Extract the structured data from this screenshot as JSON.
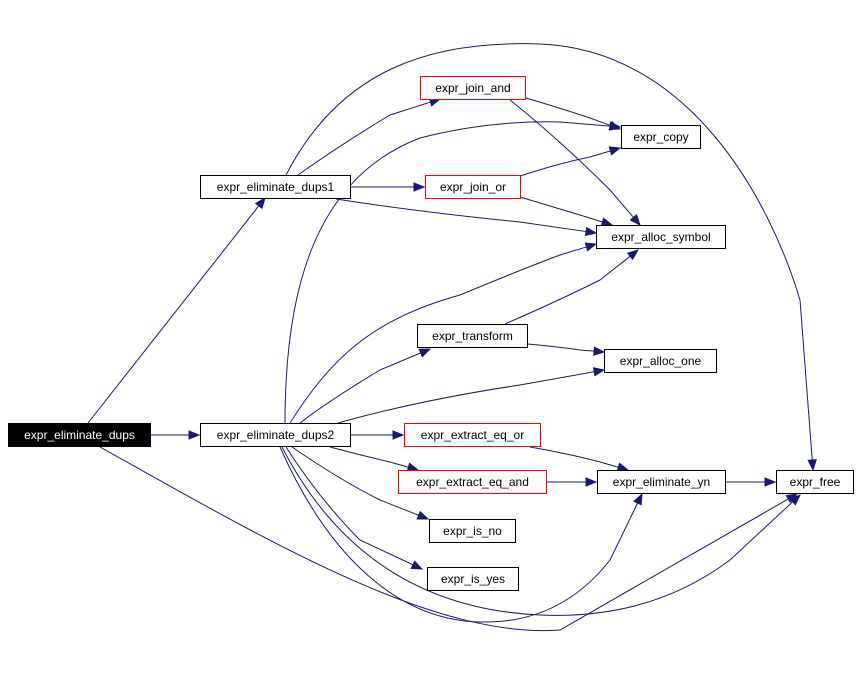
{
  "colors": {
    "edge": "#191970",
    "link_border": "#ff0000",
    "root_fill": "#000000"
  },
  "nodes": {
    "expr_eliminate_dups": "expr_eliminate_dups",
    "expr_eliminate_dups1": "expr_eliminate_dups1",
    "expr_eliminate_dups2": "expr_eliminate_dups2",
    "expr_join_and": "expr_join_and",
    "expr_join_or": "expr_join_or",
    "expr_copy": "expr_copy",
    "expr_alloc_symbol": "expr_alloc_symbol",
    "expr_transform": "expr_transform",
    "expr_alloc_one": "expr_alloc_one",
    "expr_extract_eq_or": "expr_extract_eq_or",
    "expr_extract_eq_and": "expr_extract_eq_and",
    "expr_eliminate_yn": "expr_eliminate_yn",
    "expr_free": "expr_free",
    "expr_is_no": "expr_is_no",
    "expr_is_yes": "expr_is_yes"
  },
  "edges": [
    [
      "expr_eliminate_dups",
      "expr_eliminate_dups1"
    ],
    [
      "expr_eliminate_dups",
      "expr_eliminate_dups2"
    ],
    [
      "expr_eliminate_dups",
      "expr_free"
    ],
    [
      "expr_eliminate_dups1",
      "expr_join_and"
    ],
    [
      "expr_eliminate_dups1",
      "expr_join_or"
    ],
    [
      "expr_eliminate_dups1",
      "expr_alloc_symbol"
    ],
    [
      "expr_eliminate_dups1",
      "expr_free"
    ],
    [
      "expr_join_and",
      "expr_copy"
    ],
    [
      "expr_join_and",
      "expr_alloc_symbol"
    ],
    [
      "expr_join_or",
      "expr_copy"
    ],
    [
      "expr_join_or",
      "expr_alloc_symbol"
    ],
    [
      "expr_eliminate_dups2",
      "expr_copy"
    ],
    [
      "expr_eliminate_dups2",
      "expr_alloc_symbol"
    ],
    [
      "expr_eliminate_dups2",
      "expr_transform"
    ],
    [
      "expr_eliminate_dups2",
      "expr_alloc_one"
    ],
    [
      "expr_eliminate_dups2",
      "expr_extract_eq_or"
    ],
    [
      "expr_eliminate_dups2",
      "expr_extract_eq_and"
    ],
    [
      "expr_eliminate_dups2",
      "expr_is_no"
    ],
    [
      "expr_eliminate_dups2",
      "expr_is_yes"
    ],
    [
      "expr_eliminate_dups2",
      "expr_eliminate_yn"
    ],
    [
      "expr_eliminate_dups2",
      "expr_free"
    ],
    [
      "expr_transform",
      "expr_alloc_symbol"
    ],
    [
      "expr_transform",
      "expr_alloc_one"
    ],
    [
      "expr_extract_eq_or",
      "expr_eliminate_yn"
    ],
    [
      "expr_extract_eq_and",
      "expr_eliminate_yn"
    ],
    [
      "expr_eliminate_yn",
      "expr_free"
    ]
  ]
}
